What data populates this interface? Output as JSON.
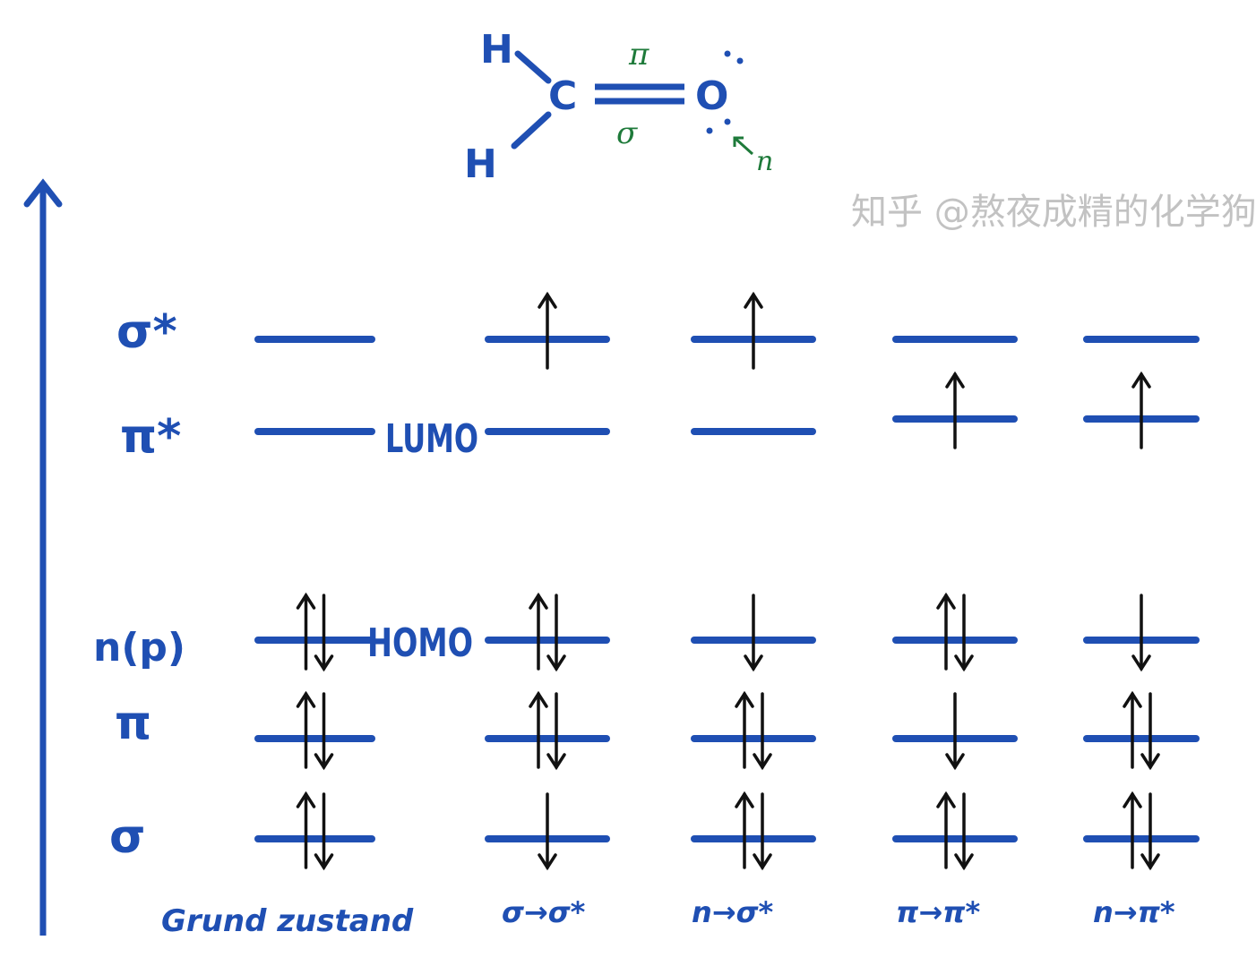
{
  "molecule": {
    "atoms": [
      "H",
      "H",
      "C",
      "O"
    ],
    "bond_labels": {
      "pi": "π",
      "sigma": "σ",
      "lone_pair": "n"
    }
  },
  "levels": [
    {
      "key": "sigma_star",
      "label": "σ*"
    },
    {
      "key": "pi_star",
      "label": "π*"
    },
    {
      "key": "n",
      "label": "n(p)"
    },
    {
      "key": "pi",
      "label": "π"
    },
    {
      "key": "sigma",
      "label": "σ"
    }
  ],
  "annotations": {
    "lumo": "LUMO",
    "homo": "HOMO"
  },
  "columns": [
    {
      "label": "Grund zustand",
      "occupancy": {
        "sigma_star": "",
        "pi_star": "",
        "n": "ud",
        "pi": "ud",
        "sigma": "ud"
      }
    },
    {
      "label": "σ→σ*",
      "occupancy": {
        "sigma_star": "u",
        "pi_star": "",
        "n": "ud",
        "pi": "ud",
        "sigma": "d"
      }
    },
    {
      "label": "n→σ*",
      "occupancy": {
        "sigma_star": "u",
        "pi_star": "",
        "n": "d",
        "pi": "ud",
        "sigma": "ud"
      }
    },
    {
      "label": "π→π*",
      "occupancy": {
        "sigma_star": "",
        "pi_star": "u",
        "n": "ud",
        "pi": "d",
        "sigma": "ud"
      }
    },
    {
      "label": "n→π*",
      "occupancy": {
        "sigma_star": "",
        "pi_star": "u",
        "n": "d",
        "pi": "ud",
        "sigma": "ud"
      }
    }
  ],
  "watermark": "知乎 @熬夜成精的化学狗",
  "colors": {
    "ink": "#1f4fb3",
    "arrow": "#111111",
    "green": "#1e7a3a"
  }
}
